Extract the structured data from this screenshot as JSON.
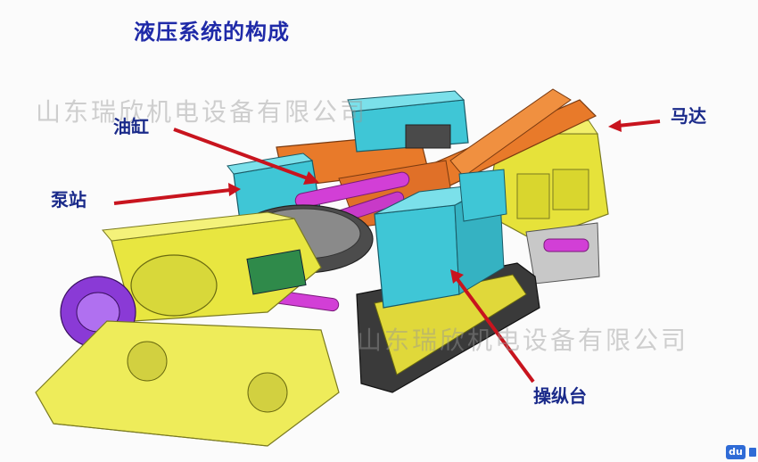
{
  "slide": {
    "title": "液压系统的构成",
    "watermark_1": "山东瑞欣机电设备有限公司",
    "watermark_2": "山东瑞欣机电设备有限公司"
  },
  "labels": {
    "motor": "马达",
    "cylinder": "油缸",
    "pump_station": "泵站",
    "control_console": "操纵台"
  },
  "colors": {
    "title": "#1f2aa8",
    "label": "#1a2a8a",
    "arrow": "#c8141e",
    "yellow_body": "#e8e640",
    "cyan_parts": "#3fc6d6",
    "orange_boom": "#e87a2a",
    "magenta_cylinders": "#d23fd6",
    "crawler": "#3a3a3a",
    "cutter": "#8a3ad6"
  },
  "logo": {
    "text": "du",
    "icon": "baidu-logo-icon"
  }
}
